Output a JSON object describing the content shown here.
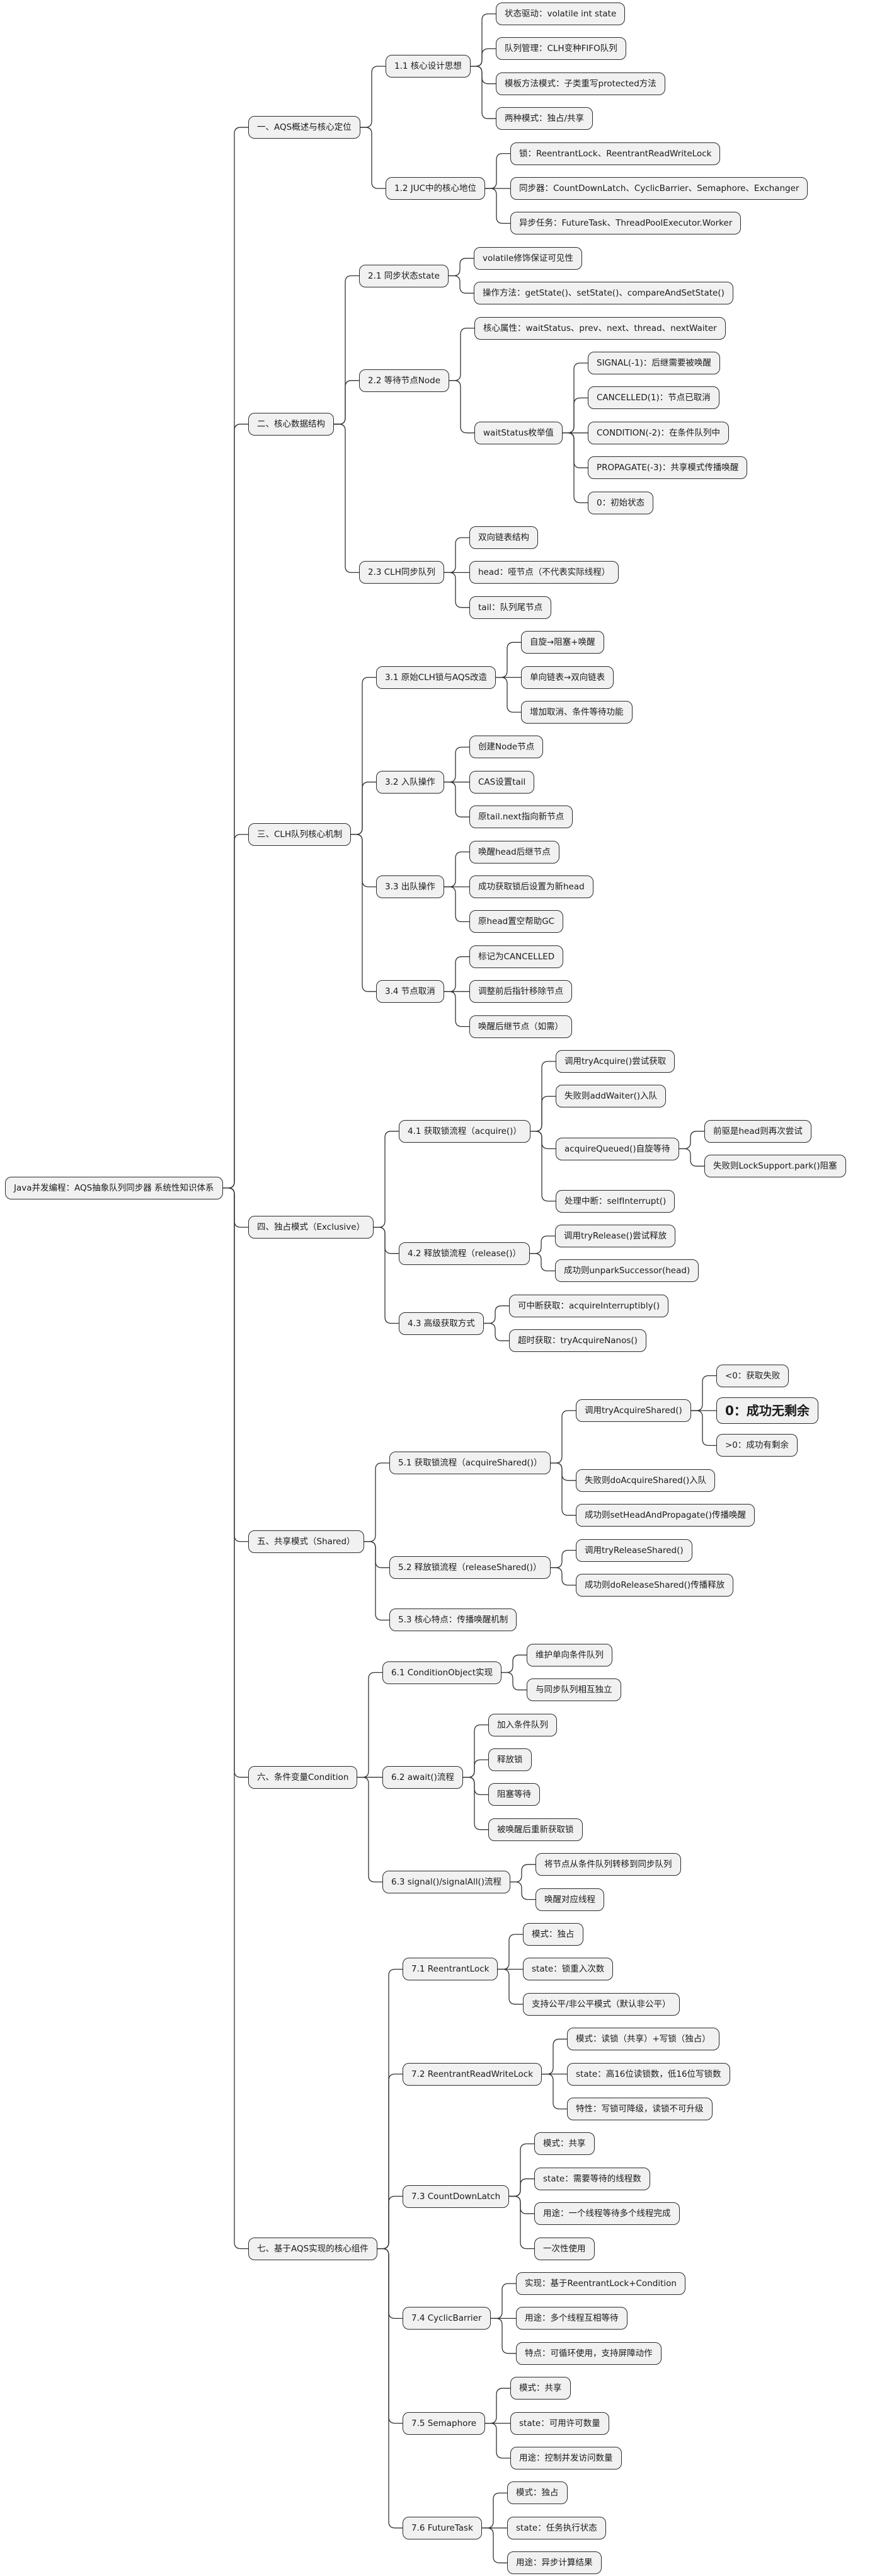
{
  "root": {
    "label": "Java并发编程：AQS抽象队列同步器 系统性知识体系",
    "children": [
      {
        "label": "一、AQS概述与核心定位",
        "children": [
          {
            "label": "1.1 核心设计思想",
            "children": [
              {
                "label": "状态驱动：volatile int state"
              },
              {
                "label": "队列管理：CLH变种FIFO队列"
              },
              {
                "label": "模板方法模式：子类重写protected方法"
              },
              {
                "label": "两种模式：独占/共享"
              }
            ]
          },
          {
            "label": "1.2 JUC中的核心地位",
            "children": [
              {
                "label": "锁：ReentrantLock、ReentrantReadWriteLock"
              },
              {
                "label": "同步器：CountDownLatch、CyclicBarrier、Semaphore、Exchanger"
              },
              {
                "label": "异步任务：FutureTask、ThreadPoolExecutor.Worker"
              }
            ]
          }
        ]
      },
      {
        "label": "二、核心数据结构",
        "children": [
          {
            "label": "2.1 同步状态state",
            "children": [
              {
                "label": "volatile修饰保证可见性"
              },
              {
                "label": "操作方法：getState()、setState()、compareAndSetState()"
              }
            ]
          },
          {
            "label": "2.2 等待节点Node",
            "children": [
              {
                "label": "核心属性：waitStatus、prev、next、thread、nextWaiter"
              },
              {
                "label": "waitStatus枚举值",
                "children": [
                  {
                    "label": "SIGNAL(-1)：后继需要被唤醒"
                  },
                  {
                    "label": "CANCELLED(1)：节点已取消"
                  },
                  {
                    "label": "CONDITION(-2)：在条件队列中"
                  },
                  {
                    "label": "PROPAGATE(-3)：共享模式传播唤醒"
                  },
                  {
                    "label": "0：初始状态"
                  }
                ]
              }
            ]
          },
          {
            "label": "2.3 CLH同步队列",
            "children": [
              {
                "label": "双向链表结构"
              },
              {
                "label": "head：哑节点（不代表实际线程）"
              },
              {
                "label": "tail：队列尾节点"
              }
            ]
          }
        ]
      },
      {
        "label": "三、CLH队列核心机制",
        "children": [
          {
            "label": "3.1 原始CLH锁与AQS改造",
            "children": [
              {
                "label": "自旋→阻塞+唤醒"
              },
              {
                "label": "单向链表→双向链表"
              },
              {
                "label": "增加取消、条件等待功能"
              }
            ]
          },
          {
            "label": "3.2 入队操作",
            "children": [
              {
                "label": "创建Node节点"
              },
              {
                "label": "CAS设置tail"
              },
              {
                "label": "原tail.next指向新节点"
              }
            ]
          },
          {
            "label": "3.3 出队操作",
            "children": [
              {
                "label": "唤醒head后继节点"
              },
              {
                "label": "成功获取锁后设置为新head"
              },
              {
                "label": "原head置空帮助GC"
              }
            ]
          },
          {
            "label": "3.4 节点取消",
            "children": [
              {
                "label": "标记为CANCELLED"
              },
              {
                "label": "调整前后指针移除节点"
              },
              {
                "label": "唤醒后继节点（如需）"
              }
            ]
          }
        ]
      },
      {
        "label": "四、独占模式（Exclusive）",
        "children": [
          {
            "label": "4.1 获取锁流程（acquire()）",
            "children": [
              {
                "label": "调用tryAcquire()尝试获取"
              },
              {
                "label": "失败则addWaiter()入队"
              },
              {
                "label": "acquireQueued()自旋等待",
                "children": [
                  {
                    "label": "前驱是head则再次尝试"
                  },
                  {
                    "label": "失败则LockSupport.park()阻塞"
                  }
                ]
              },
              {
                "label": "处理中断：selfInterrupt()"
              }
            ]
          },
          {
            "label": "4.2 释放锁流程（release()）",
            "children": [
              {
                "label": "调用tryRelease()尝试释放"
              },
              {
                "label": "成功则unparkSuccessor(head)"
              }
            ]
          },
          {
            "label": "4.3 高级获取方式",
            "children": [
              {
                "label": "可中断获取：acquireInterruptibly()"
              },
              {
                "label": "超时获取：tryAcquireNanos()"
              }
            ]
          }
        ]
      },
      {
        "label": "五、共享模式（Shared）",
        "children": [
          {
            "label": "5.1 获取锁流程（acquireShared()）",
            "children": [
              {
                "label": "调用tryAcquireShared()",
                "children": [
                  {
                    "label": "<0：获取失败"
                  },
                  {
                    "label": "0：成功无剩余",
                    "style": "big"
                  },
                  {
                    "label": ">0：成功有剩余"
                  }
                ]
              },
              {
                "label": "失败则doAcquireShared()入队"
              },
              {
                "label": "成功则setHeadAndPropagate()传播唤醒"
              }
            ]
          },
          {
            "label": "5.2 释放锁流程（releaseShared()）",
            "children": [
              {
                "label": "调用tryReleaseShared()"
              },
              {
                "label": "成功则doReleaseShared()传播释放"
              }
            ]
          },
          {
            "label": "5.3 核心特点：传播唤醒机制"
          }
        ]
      },
      {
        "label": "六、条件变量Condition",
        "children": [
          {
            "label": "6.1 ConditionObject实现",
            "children": [
              {
                "label": "维护单向条件队列"
              },
              {
                "label": "与同步队列相互独立"
              }
            ]
          },
          {
            "label": "6.2 await()流程",
            "children": [
              {
                "label": "加入条件队列"
              },
              {
                "label": "释放锁"
              },
              {
                "label": "阻塞等待"
              },
              {
                "label": "被唤醒后重新获取锁"
              }
            ]
          },
          {
            "label": "6.3 signal()/signalAll()流程",
            "children": [
              {
                "label": "将节点从条件队列转移到同步队列"
              },
              {
                "label": "唤醒对应线程"
              }
            ]
          }
        ]
      },
      {
        "label": "七、基于AQS实现的核心组件",
        "children": [
          {
            "label": "7.1 ReentrantLock",
            "children": [
              {
                "label": "模式：独占"
              },
              {
                "label": "state：锁重入次数"
              },
              {
                "label": "支持公平/非公平模式（默认非公平）"
              }
            ]
          },
          {
            "label": "7.2 ReentrantReadWriteLock",
            "children": [
              {
                "label": "模式：读锁（共享）+写锁（独占）"
              },
              {
                "label": "state：高16位读锁数，低16位写锁数"
              },
              {
                "label": "特性：写锁可降级，读锁不可升级"
              }
            ]
          },
          {
            "label": "7.3 CountDownLatch",
            "children": [
              {
                "label": "模式：共享"
              },
              {
                "label": "state：需要等待的线程数"
              },
              {
                "label": "用途：一个线程等待多个线程完成"
              },
              {
                "label": "一次性使用"
              }
            ]
          },
          {
            "label": "7.4 CyclicBarrier",
            "children": [
              {
                "label": "实现：基于ReentrantLock+Condition"
              },
              {
                "label": "用途：多个线程互相等待"
              },
              {
                "label": "特点：可循环使用，支持屏障动作"
              }
            ]
          },
          {
            "label": "7.5 Semaphore",
            "children": [
              {
                "label": "模式：共享"
              },
              {
                "label": "state：可用许可数量"
              },
              {
                "label": "用途：控制并发访问数量"
              }
            ]
          },
          {
            "label": "7.6 FutureTask",
            "children": [
              {
                "label": "模式：独占"
              },
              {
                "label": "state：任务执行状态"
              },
              {
                "label": "用途：异步计算结果"
              }
            ]
          }
        ]
      }
    ]
  }
}
